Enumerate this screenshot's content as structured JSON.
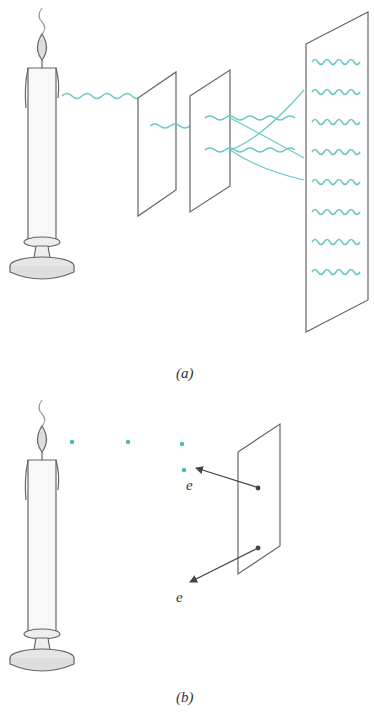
{
  "diagram": {
    "labels": [
      "(a)",
      "(b)",
      "e",
      "e"
    ]
  }
}
